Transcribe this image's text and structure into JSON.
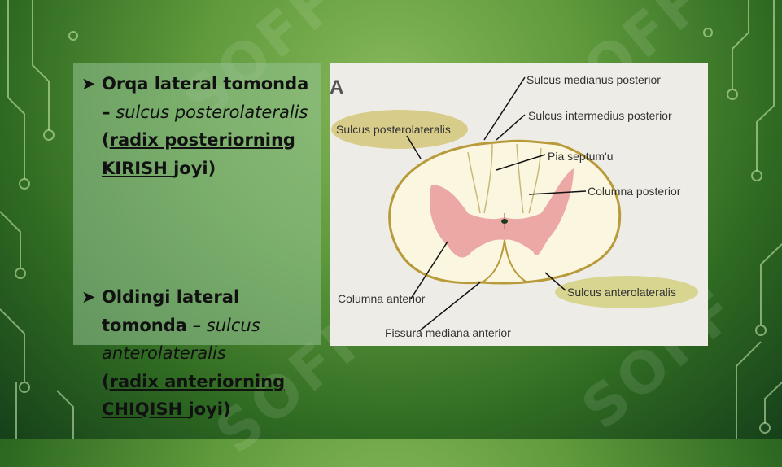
{
  "watermark": "SOFF",
  "bullets": [
    {
      "heading": "Orqa lateral tomonda –",
      "term": "sulcus posterolateralis",
      "paren_open": "(",
      "linked": "radix posteriorning KIRISH ",
      "rest": "joyi)"
    },
    {
      "heading": "Oldingi lateral tomonda",
      "dash": " – ",
      "term": "sulcus anterolateralis",
      "paren_open": "(",
      "linked": "radix anteriorning CHIQISH ",
      "rest": "joyi)"
    }
  ],
  "figure": {
    "panel_letter": "A",
    "labels": {
      "sulcus_medianus_posterior": "Sulcus medianus posterior",
      "sulcus_intermedius_posterior": "Sulcus intermedius posterior",
      "pia_septum": "Pia septum'u",
      "columna_posterior": "Columna posterior",
      "sulcus_posterolateralis": "Sulcus posterolateralis",
      "sulcus_anterolateralis": "Sulcus anterolateralis",
      "columna_anterior": "Columna anterior",
      "fissura_mediana_anterior": "Fissura mediana anterior"
    },
    "colors": {
      "grey_matter": "#e89a9a",
      "white_matter": "#fbf6df",
      "outline": "#b89a3a",
      "highlight": "#d8cc8a",
      "background": "#eeece6"
    }
  }
}
